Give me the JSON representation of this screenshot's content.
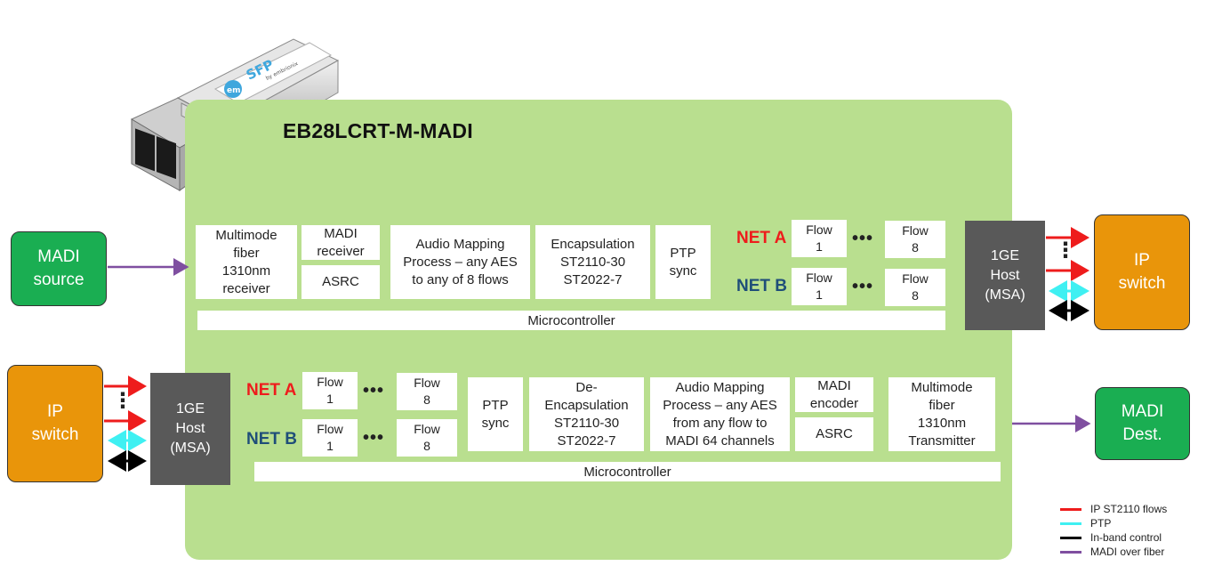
{
  "title": "EB28LCRT-M-MADI",
  "sfp_label": {
    "brand": "em",
    "product": "SFP",
    "tagline": "by embrionix"
  },
  "colors": {
    "board": "#b9df8f",
    "host": "#595959",
    "madi_box": "#1aae52",
    "ip_box": "#e9950a",
    "net_a": "#ee1c1c",
    "net_b": "#1f4e79",
    "ip_flow": "#ee1c1c",
    "ptp": "#3ff0f2",
    "control": "#000000",
    "madi_fiber": "#7f4fa0"
  },
  "top_path": {
    "source": "MADI\nsource",
    "receiver": "Multimode\nfiber\n1310nm\nreceiver",
    "madi_receiver": "MADI\nreceiver",
    "asrc": "ASRC",
    "mapping": "Audio Mapping\nProcess – any AES\nto any of 8 flows",
    "encapsulation": "Encapsulation\nST2110-30\nST2022-7",
    "ptp": "PTP\nsync",
    "net_a": "NET A",
    "net_b": "NET B",
    "flow_first": "Flow\n1",
    "flow_last": "Flow\n8",
    "dots": "•••",
    "microcontroller": "Microcontroller",
    "host": "1GE\nHost\n(MSA)",
    "vdots": "⋮",
    "dest": "IP\nswitch"
  },
  "bottom_path": {
    "source": "IP\nswitch",
    "vdots": "⋮",
    "host": "1GE\nHost\n(MSA)",
    "net_a": "NET A",
    "net_b": "NET B",
    "flow_first": "Flow\n1",
    "flow_last": "Flow\n8",
    "dots": "•••",
    "ptp": "PTP\nsync",
    "decapsulation": "De-\nEncapsulation\nST2110-30\nST2022-7",
    "mapping": "Audio Mapping\nProcess – any AES\nfrom any flow to\nMADI 64 channels",
    "madi_encoder": "MADI\nencoder",
    "asrc": "ASRC",
    "transmitter": "Multimode\nfiber\n1310nm\nTransmitter",
    "microcontroller": "Microcontroller",
    "dest": "MADI\nDest."
  },
  "legend": [
    {
      "label": "IP ST2110 flows",
      "color": "#ee1c1c"
    },
    {
      "label": "PTP",
      "color": "#3ff0f2"
    },
    {
      "label": "In-band control",
      "color": "#000000"
    },
    {
      "label": "MADI over fiber",
      "color": "#7f4fa0"
    }
  ]
}
